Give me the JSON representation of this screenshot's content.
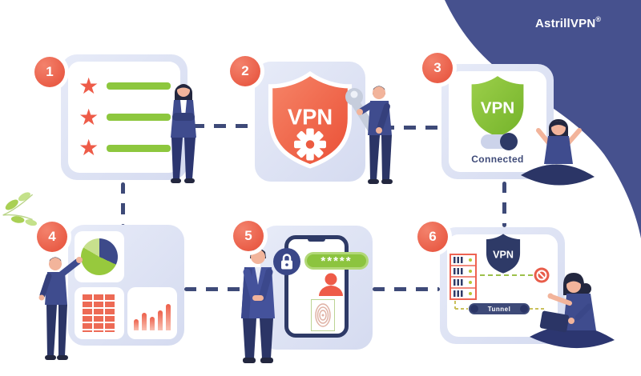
{
  "brand": {
    "name": "AstrillVPN",
    "mark": "®"
  },
  "icons": {
    "star": "★"
  },
  "palette": {
    "corner_navy": "#46518e",
    "badge_coral": "#e95b45",
    "card_lavender": "#dde2f3",
    "shield_orange": "#ec543a",
    "shield_green": "#76b52d",
    "shield_navy": "#2e3a67",
    "accent_green": "#8dc73e",
    "coral": "#ee5b48",
    "connector_navy": "#3e4a78"
  },
  "steps": [
    {
      "number": "1"
    },
    {
      "number": "2",
      "shield_label": "VPN"
    },
    {
      "number": "3",
      "shield_label": "VPN",
      "status": "Connected"
    },
    {
      "number": "4"
    },
    {
      "number": "5",
      "password_mask": "*****"
    },
    {
      "number": "6",
      "shield_label": "VPN",
      "tunnel_label": "Tunnel"
    }
  ]
}
